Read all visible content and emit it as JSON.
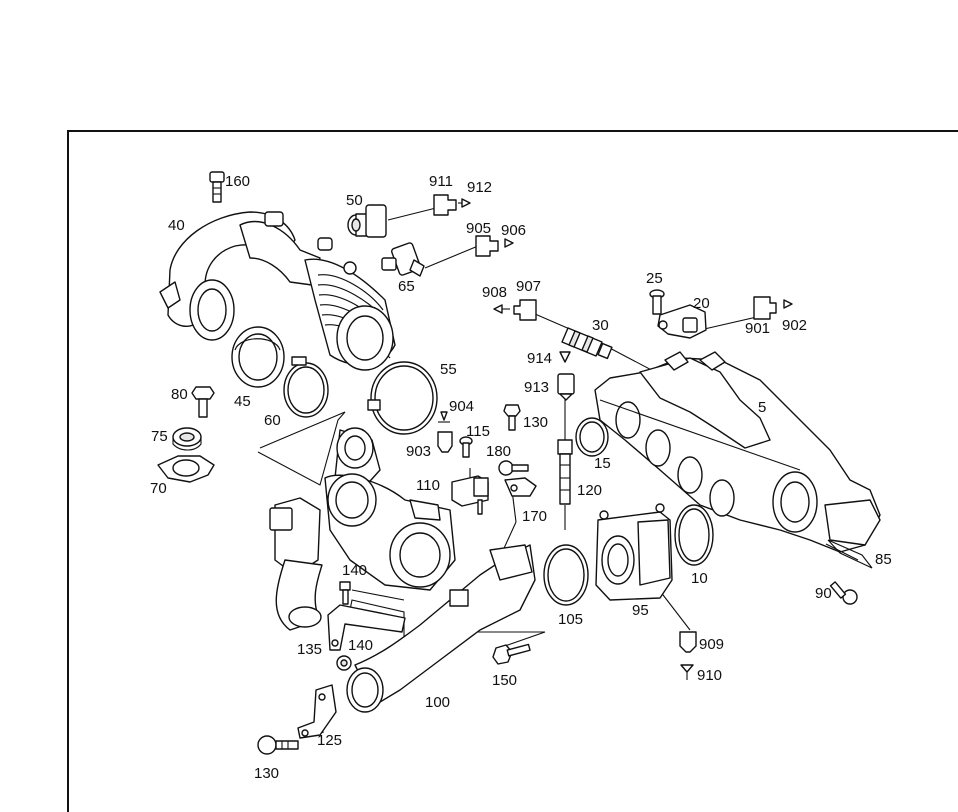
{
  "diagram": {
    "labels": [
      "160",
      "40",
      "50",
      "911",
      "912",
      "905",
      "906",
      "65",
      "908",
      "907",
      "25",
      "20",
      "901",
      "902",
      "30",
      "914",
      "913",
      "55",
      "80",
      "45",
      "60",
      "75",
      "70",
      "904",
      "903",
      "115",
      "130",
      "180",
      "110",
      "170",
      "120",
      "15",
      "5",
      "140",
      "135",
      "140",
      "100",
      "105",
      "95",
      "909",
      "910",
      "10",
      "85",
      "90",
      "150",
      "125",
      "130"
    ]
  }
}
